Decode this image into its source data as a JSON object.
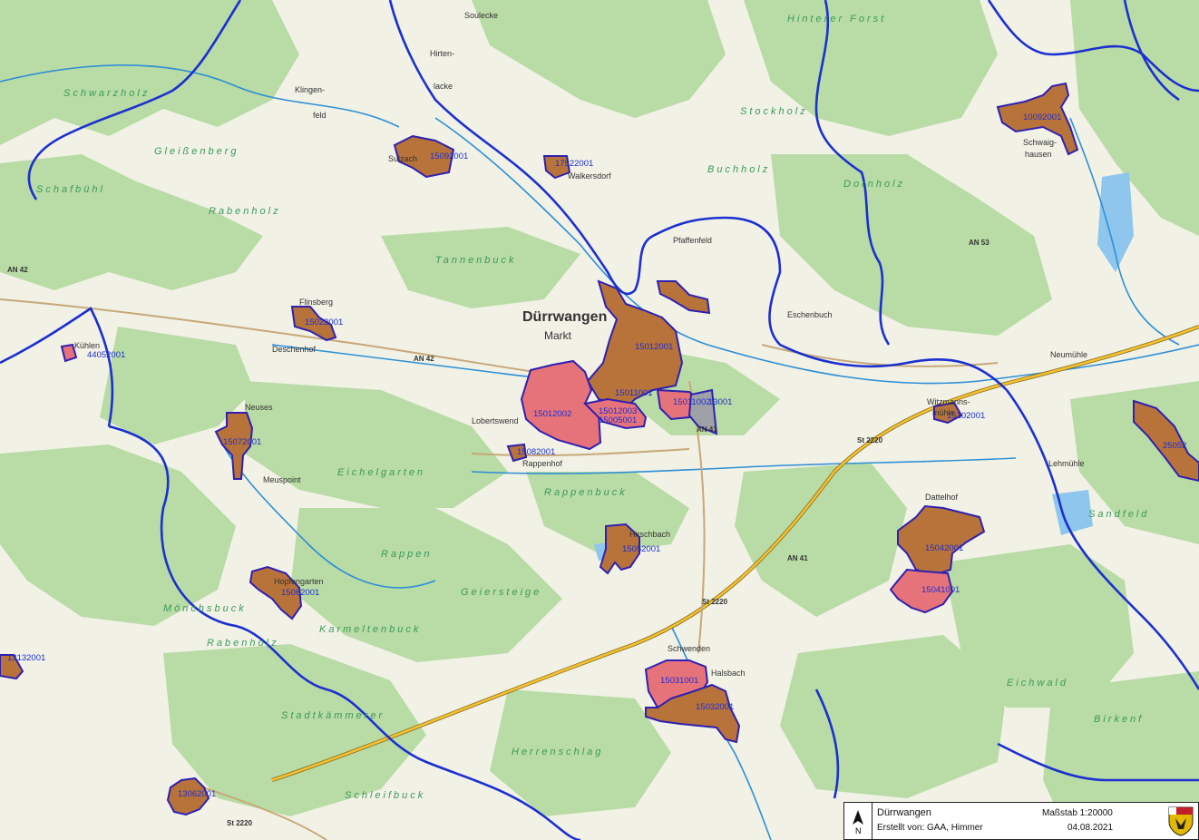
{
  "map": {
    "town_title": "Dürrwangen",
    "town_subtitle": "Markt",
    "place_names": [
      "Sulzach",
      "Klingen-",
      "feld",
      "Hirten-",
      "lacke",
      "Soulecke",
      "Walkersdorf",
      "Pfaffenfeld",
      "Flinsberg",
      "Neuses",
      "Meuspoint",
      "Hopfengarten",
      "Hirschbach",
      "Halsbach",
      "Lobertswend",
      "Rappenhof",
      "Witzmanns-",
      "mühle",
      "Schwaig-",
      "hausen",
      "Eschenbuch",
      "Neumühle",
      "Lehmühle",
      "Dattelhof",
      "Kühlen",
      "Deschenhof",
      "Schwenden"
    ],
    "forest_names": [
      "Schwarzholz",
      "Gleißenberg",
      "Schafbühl",
      "Rabenholz",
      "Tannenbuck",
      "Rappenbuck",
      "Eichelgarten",
      "Rappen",
      "Mönchsbuck",
      "Karmeltenbuck",
      "Rabenholz",
      "Stadtkämmerer",
      "Schleifbuck",
      "Herrenschlag",
      "Geiersteige",
      "Stockholz",
      "Dornholz",
      "Sandfeld",
      "Eichwald",
      "Birkenf",
      "Hinterer Forst",
      "Buchholz"
    ],
    "road_labels": [
      "AN 42",
      "AN 42",
      "AN 41",
      "AN 41",
      "St 2220",
      "St 2220",
      "St 2220",
      "AN 53"
    ],
    "parcels": [
      {
        "id": "15092001",
        "fill": "#b8733a"
      },
      {
        "id": "17522001",
        "fill": "#b8733a"
      },
      {
        "id": "10092001",
        "fill": "#b8733a"
      },
      {
        "id": "15022001",
        "fill": "#b8733a"
      },
      {
        "id": "44052001",
        "fill": "#e7737a"
      },
      {
        "id": "15012001",
        "fill": "#b8733a"
      },
      {
        "id": "15011001",
        "fill": "#b8733a"
      },
      {
        "id": "15011002",
        "fill": "#e7737a"
      },
      {
        "id": "13001",
        "fill": "#a0a0a8"
      },
      {
        "id": "15012002",
        "fill": "#e7737a"
      },
      {
        "id": "15012003",
        "fill": "#e7737a"
      },
      {
        "id": "15005001",
        "fill": "#e7737a"
      },
      {
        "id": "15072001",
        "fill": "#b8733a"
      },
      {
        "id": "15082001",
        "fill": "#b8733a"
      },
      {
        "id": "15102001",
        "fill": "#b8733a"
      },
      {
        "id": "25052",
        "fill": "#b8733a"
      },
      {
        "id": "15052001",
        "fill": "#b8733a"
      },
      {
        "id": "15062001",
        "fill": "#b8733a"
      },
      {
        "id": "15042001",
        "fill": "#b8733a"
      },
      {
        "id": "15041001",
        "fill": "#e7737a"
      },
      {
        "id": "13132001",
        "fill": "#b8733a"
      },
      {
        "id": "15031001",
        "fill": "#e7737a"
      },
      {
        "id": "15032001",
        "fill": "#b8733a"
      },
      {
        "id": "13062001",
        "fill": "#b8733a"
      }
    ],
    "colors": {
      "forest": "#b9dba5",
      "field": "#f1f1e6",
      "water": "#2d8fd6",
      "boundary": "#1c2fd0",
      "road": "#f2c233",
      "parcel_brown": "#b8733a",
      "parcel_pink": "#e7737a"
    }
  },
  "legend": {
    "title": "Dürrwangen",
    "author": "Erstellt von: GAA, Himmer",
    "scale": "Maßstab 1:20000",
    "date": "04.08.2021",
    "north": "N"
  }
}
